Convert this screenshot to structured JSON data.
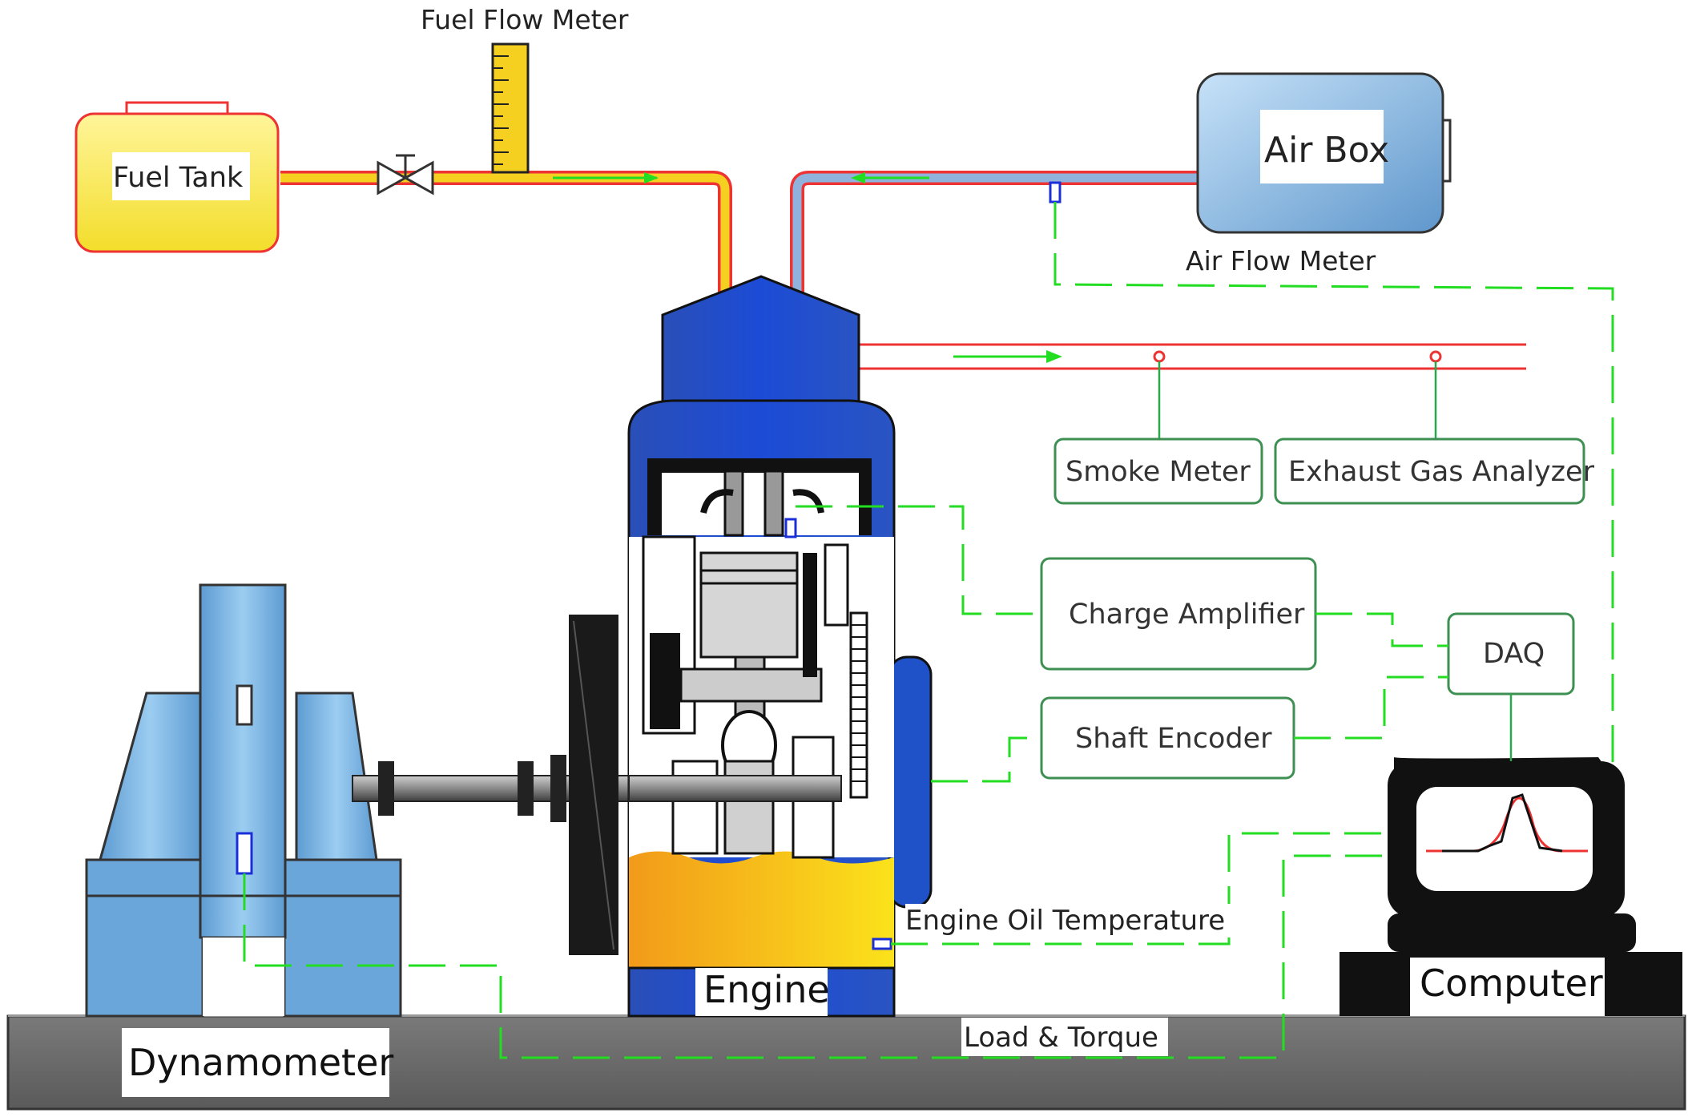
{
  "labels": {
    "fuel_flow_meter": "Fuel Flow Meter",
    "fuel_tank": "Fuel Tank",
    "air_box": "Air Box",
    "air_flow_meter": "Air Flow Meter",
    "smoke_meter": "Smoke Meter",
    "exhaust_gas_analyzer": "Exhaust Gas Analyzer",
    "charge_amplifier": "Charge Amplifier",
    "daq": "DAQ",
    "shaft_encoder": "Shaft Encoder",
    "engine_oil_temperature": "Engine Oil Temperature",
    "engine": "Engine",
    "computer": "Computer",
    "dynamometer": "Dynamometer",
    "load_torque": "Load & Torque"
  },
  "colors": {
    "fuel_line": "#f5d020",
    "fuel_line_edge": "#ee3333",
    "air_line": "#8fb3dd",
    "signal_line": "#22dd22",
    "engine_blue": "#1f52c8",
    "dyno_blue": "#79b4e3",
    "base_gray": "#6b6b6b"
  }
}
